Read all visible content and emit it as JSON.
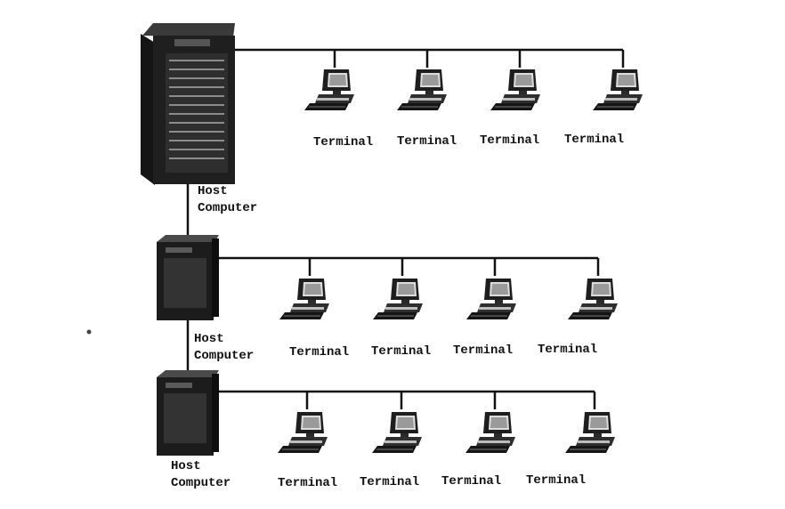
{
  "diagram": {
    "hosts": [
      {
        "label_line1": "Host",
        "label_line2": "Computer",
        "terminals": [
          "Terminal",
          "Terminal",
          "Terminal",
          "Terminal"
        ]
      },
      {
        "label_line1": "Host",
        "label_line2": "Computer",
        "terminals": [
          "Terminal",
          "Terminal",
          "Terminal",
          "Terminal"
        ]
      },
      {
        "label_line1": "Host",
        "label_line2": "Computer",
        "terminals": [
          "Terminal",
          "Terminal",
          "Terminal",
          "Terminal"
        ]
      }
    ],
    "colors": {
      "line": "#111111",
      "device_dark": "#1c1c1c",
      "device_mid": "#4a4a4a",
      "screen": "#e6e6e6"
    },
    "icons": [
      "server-tower-icon",
      "server-box-icon",
      "terminal-computer-icon"
    ]
  }
}
